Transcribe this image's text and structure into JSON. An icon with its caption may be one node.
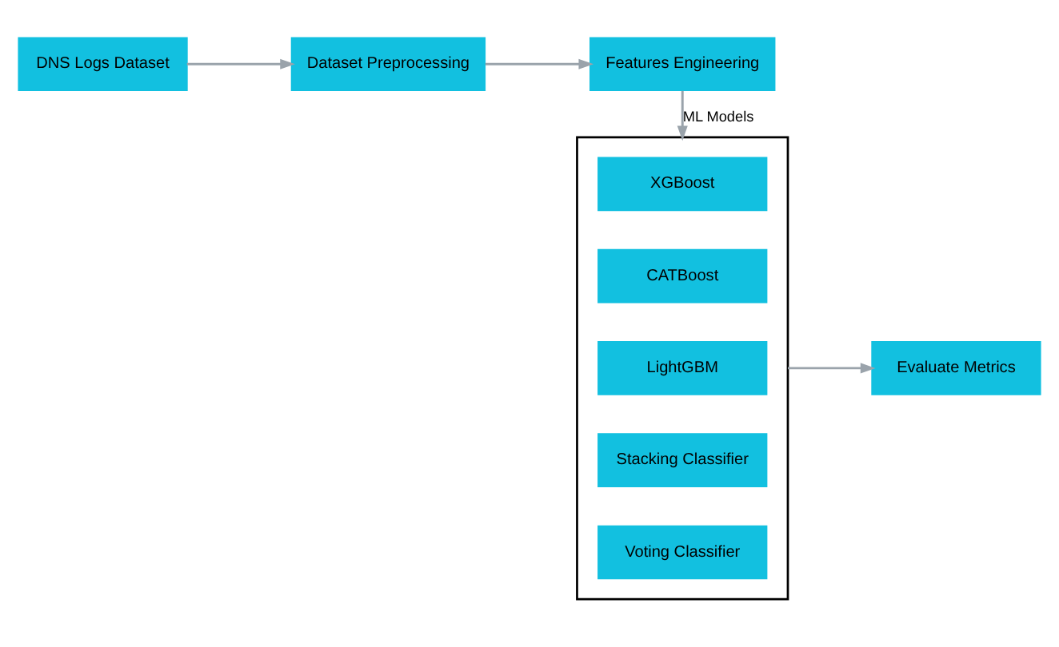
{
  "diagram": {
    "nodes": [
      {
        "text": [
          "DNS Logs Dataset"
        ]
      },
      {
        "text": [
          "Dataset Preprocessing"
        ]
      },
      {
        "text": [
          "Features Engineering"
        ]
      },
      {
        "text": [],
        "shape": "box"
      },
      {
        "text": [
          "XGBoost"
        ],
        "in": 3
      },
      {
        "text": [
          "CATBoost"
        ],
        "in": 3
      },
      {
        "text": [
          "LightGBM"
        ],
        "in": 3
      },
      {
        "text": [
          "Stacking Classifier"
        ],
        "in": 3
      },
      {
        "text": [
          "Voting Classifier"
        ],
        "in": 3
      },
      {
        "text": [
          "Evaluate Metrics"
        ]
      }
    ],
    "edges": [
      {
        "from": 0,
        "to": 1,
        "arrow": "to"
      },
      {
        "from": 1,
        "to": 2,
        "arrow": "to"
      },
      {
        "from": 2,
        "to": 3,
        "arrow": "to",
        "label": "ML Models"
      },
      {
        "from": 3,
        "to": 9,
        "arrow": "to"
      }
    ]
  }
}
